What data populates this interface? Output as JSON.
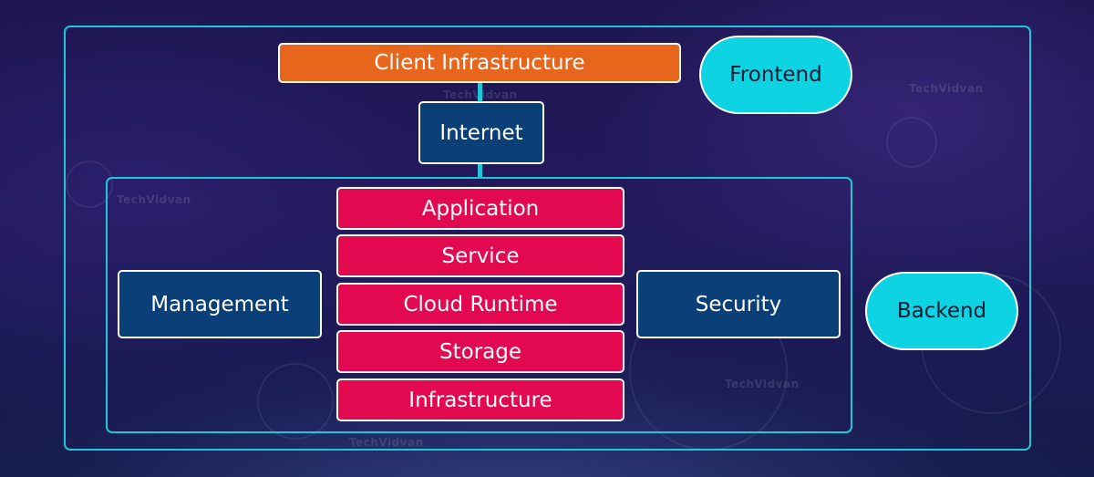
{
  "diagram": {
    "top_box": "Client Infrastructure",
    "internet_box": "Internet",
    "stack_layers": [
      "Application",
      "Service",
      "Cloud Runtime",
      "Storage",
      "Infrastructure"
    ],
    "left_box": "Management",
    "right_box": "Security",
    "frontend_label": "Frontend",
    "backend_label": "Backend"
  },
  "watermark": "TechVidvan",
  "colors": {
    "frame": "#1fc8d8",
    "client_box": "#e8651c",
    "navy_box": "#0b3f78",
    "layer_box": "#e20950",
    "pill": "#0ed3e2"
  }
}
